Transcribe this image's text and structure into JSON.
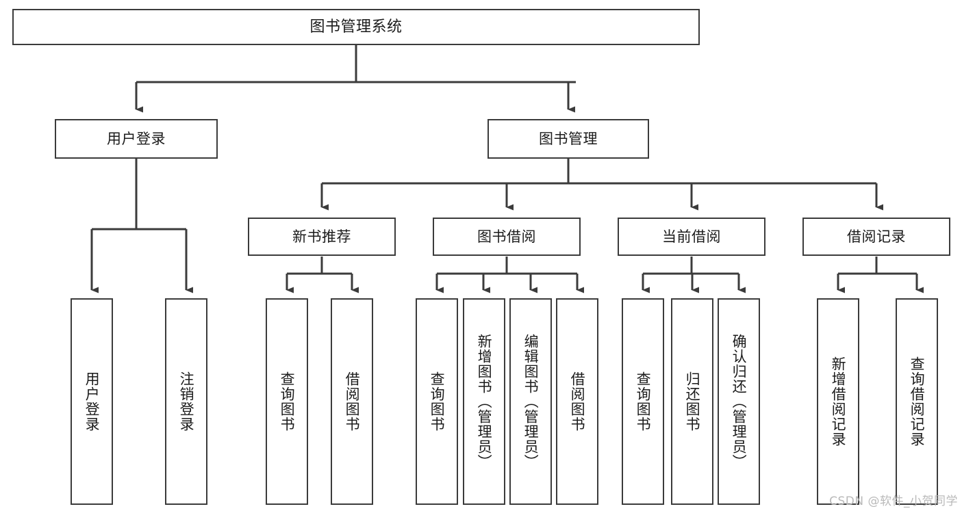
{
  "diagram": {
    "title": "图书管理系统",
    "type": "tree",
    "colors": {
      "box_border": "#3b3b3b",
      "box_fill": "#ffffff",
      "connector": "#3b3b3b",
      "text": "#1b1b1b",
      "watermark": "#b9b9b9"
    },
    "nodes": {
      "root": {
        "label": "图书管理系统",
        "level": 1,
        "orientation": "horizontal"
      },
      "user_login": {
        "label": "用户登录",
        "level": 2,
        "orientation": "horizontal"
      },
      "book_manage": {
        "label": "图书管理",
        "level": 2,
        "orientation": "horizontal"
      },
      "new_book_rec": {
        "label": "新书推荐",
        "level": 3,
        "orientation": "horizontal"
      },
      "book_borrow": {
        "label": "图书借阅",
        "level": 3,
        "orientation": "horizontal"
      },
      "current_borrow": {
        "label": "当前借阅",
        "level": 3,
        "orientation": "horizontal"
      },
      "borrow_record": {
        "label": "借阅记录",
        "level": 3,
        "orientation": "horizontal"
      },
      "leaf_user_login": {
        "label": "用户登录",
        "level": 4,
        "orientation": "vertical"
      },
      "leaf_logout": {
        "label": "注销登录",
        "level": 4,
        "orientation": "vertical"
      },
      "leaf_query_book_1": {
        "label": "查询图书",
        "level": 4,
        "orientation": "vertical"
      },
      "leaf_borrow_book_1": {
        "label": "借阅图书",
        "level": 4,
        "orientation": "vertical"
      },
      "leaf_query_book_2": {
        "label": "查询图书",
        "level": 4,
        "orientation": "vertical"
      },
      "leaf_add_book": {
        "label": "新增图书（管理员）",
        "level": 4,
        "orientation": "vertical"
      },
      "leaf_edit_book": {
        "label": "编辑图书（管理员）",
        "level": 4,
        "orientation": "vertical"
      },
      "leaf_borrow_book_2": {
        "label": "借阅图书",
        "level": 4,
        "orientation": "vertical"
      },
      "leaf_query_book_3": {
        "label": "查询图书",
        "level": 4,
        "orientation": "vertical"
      },
      "leaf_return_book": {
        "label": "归还图书",
        "level": 4,
        "orientation": "vertical"
      },
      "leaf_confirm_return": {
        "label": "确认归还（管理员）",
        "level": 4,
        "orientation": "vertical"
      },
      "leaf_add_record": {
        "label": "新增借阅记录",
        "level": 4,
        "orientation": "vertical"
      },
      "leaf_query_record": {
        "label": "查询借阅记录",
        "level": 4,
        "orientation": "vertical"
      }
    },
    "edges": [
      {
        "from": "root",
        "to": "user_login"
      },
      {
        "from": "root",
        "to": "book_manage"
      },
      {
        "from": "user_login",
        "to": "leaf_user_login"
      },
      {
        "from": "user_login",
        "to": "leaf_logout"
      },
      {
        "from": "book_manage",
        "to": "new_book_rec"
      },
      {
        "from": "book_manage",
        "to": "book_borrow"
      },
      {
        "from": "book_manage",
        "to": "current_borrow"
      },
      {
        "from": "book_manage",
        "to": "borrow_record"
      },
      {
        "from": "new_book_rec",
        "to": "leaf_query_book_1"
      },
      {
        "from": "new_book_rec",
        "to": "leaf_borrow_book_1"
      },
      {
        "from": "book_borrow",
        "to": "leaf_query_book_2"
      },
      {
        "from": "book_borrow",
        "to": "leaf_add_book"
      },
      {
        "from": "book_borrow",
        "to": "leaf_edit_book"
      },
      {
        "from": "book_borrow",
        "to": "leaf_borrow_book_2"
      },
      {
        "from": "current_borrow",
        "to": "leaf_query_book_3"
      },
      {
        "from": "current_borrow",
        "to": "leaf_return_book"
      },
      {
        "from": "current_borrow",
        "to": "leaf_confirm_return"
      },
      {
        "from": "borrow_record",
        "to": "leaf_add_record"
      },
      {
        "from": "borrow_record",
        "to": "leaf_query_record"
      }
    ]
  },
  "watermark": {
    "text": "CSDN @软件_小贺同学"
  }
}
